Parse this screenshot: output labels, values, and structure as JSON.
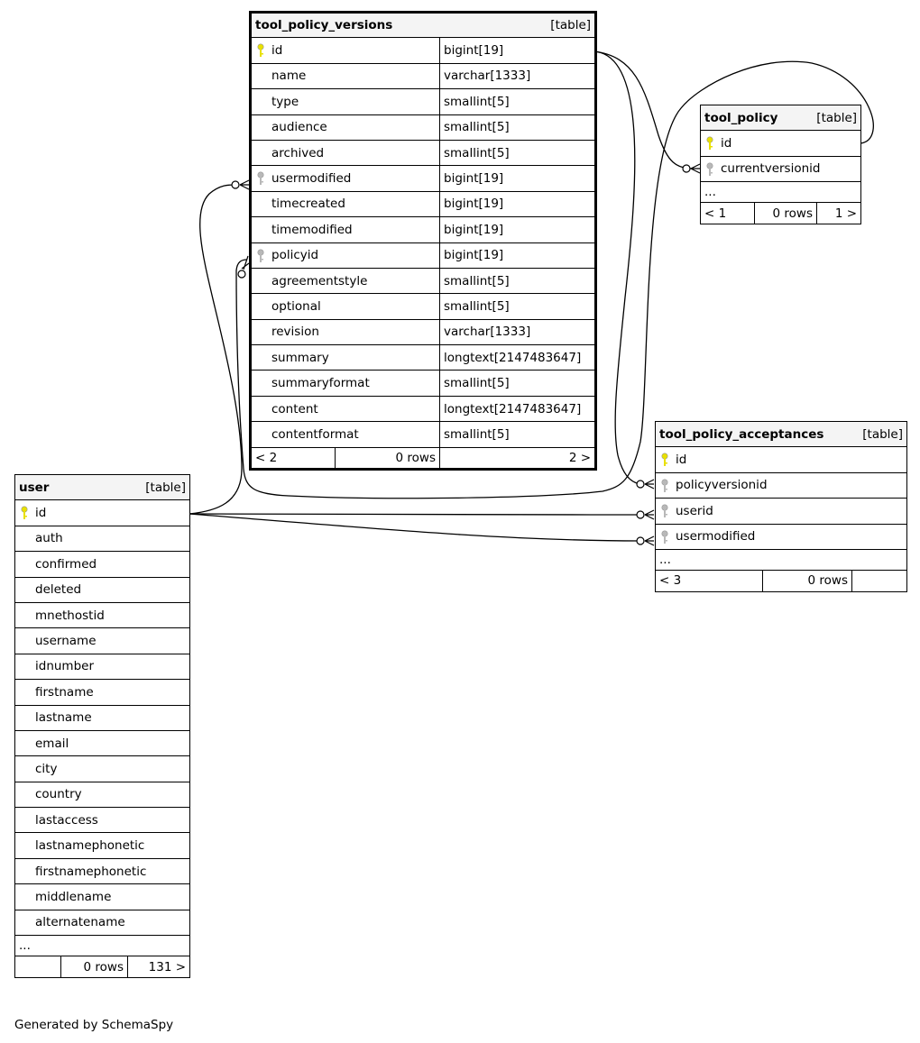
{
  "colors": {
    "primary_key": "#e8e000",
    "foreign_key": "#b8b8b8",
    "header_bg": "#f4f4f4"
  },
  "tables": {
    "tool_policy_versions": {
      "name": "tool_policy_versions",
      "kind": "[table]",
      "columns": [
        {
          "name": "id",
          "type": "bigint[19]",
          "key": "pk"
        },
        {
          "name": "name",
          "type": "varchar[1333]",
          "key": ""
        },
        {
          "name": "type",
          "type": "smallint[5]",
          "key": ""
        },
        {
          "name": "audience",
          "type": "smallint[5]",
          "key": ""
        },
        {
          "name": "archived",
          "type": "smallint[5]",
          "key": ""
        },
        {
          "name": "usermodified",
          "type": "bigint[19]",
          "key": "fk"
        },
        {
          "name": "timecreated",
          "type": "bigint[19]",
          "key": ""
        },
        {
          "name": "timemodified",
          "type": "bigint[19]",
          "key": ""
        },
        {
          "name": "policyid",
          "type": "bigint[19]",
          "key": "fk"
        },
        {
          "name": "agreementstyle",
          "type": "smallint[5]",
          "key": ""
        },
        {
          "name": "optional",
          "type": "smallint[5]",
          "key": ""
        },
        {
          "name": "revision",
          "type": "varchar[1333]",
          "key": ""
        },
        {
          "name": "summary",
          "type": "longtext[2147483647]",
          "key": ""
        },
        {
          "name": "summaryformat",
          "type": "smallint[5]",
          "key": ""
        },
        {
          "name": "content",
          "type": "longtext[2147483647]",
          "key": ""
        },
        {
          "name": "contentformat",
          "type": "smallint[5]",
          "key": ""
        }
      ],
      "footer": {
        "parents": "< 2",
        "rows": "0 rows",
        "children": "2 >"
      }
    },
    "tool_policy": {
      "name": "tool_policy",
      "kind": "[table]",
      "columns": [
        {
          "name": "id",
          "key": "pk"
        },
        {
          "name": "currentversionid",
          "key": "fk"
        }
      ],
      "ellipsis": "...",
      "footer": {
        "parents": "< 1",
        "rows": "0 rows",
        "children": "1 >"
      }
    },
    "tool_policy_acceptances": {
      "name": "tool_policy_acceptances",
      "kind": "[table]",
      "columns": [
        {
          "name": "id",
          "key": "pk"
        },
        {
          "name": "policyversionid",
          "key": "fk"
        },
        {
          "name": "userid",
          "key": "fk"
        },
        {
          "name": "usermodified",
          "key": "fk"
        }
      ],
      "ellipsis": "...",
      "footer": {
        "parents": "< 3",
        "rows": "0 rows",
        "children": ""
      }
    },
    "user": {
      "name": "user",
      "kind": "[table]",
      "columns": [
        {
          "name": "id",
          "key": "pk"
        },
        {
          "name": "auth",
          "key": ""
        },
        {
          "name": "confirmed",
          "key": ""
        },
        {
          "name": "deleted",
          "key": ""
        },
        {
          "name": "mnethostid",
          "key": ""
        },
        {
          "name": "username",
          "key": ""
        },
        {
          "name": "idnumber",
          "key": ""
        },
        {
          "name": "firstname",
          "key": ""
        },
        {
          "name": "lastname",
          "key": ""
        },
        {
          "name": "email",
          "key": ""
        },
        {
          "name": "city",
          "key": ""
        },
        {
          "name": "country",
          "key": ""
        },
        {
          "name": "lastaccess",
          "key": ""
        },
        {
          "name": "lastnamephonetic",
          "key": ""
        },
        {
          "name": "firstnamephonetic",
          "key": ""
        },
        {
          "name": "middlename",
          "key": ""
        },
        {
          "name": "alternatename",
          "key": ""
        }
      ],
      "ellipsis": "...",
      "footer": {
        "parents": "",
        "rows": "0 rows",
        "children": "131 >"
      }
    }
  },
  "credit": "Generated by SchemaSpy"
}
